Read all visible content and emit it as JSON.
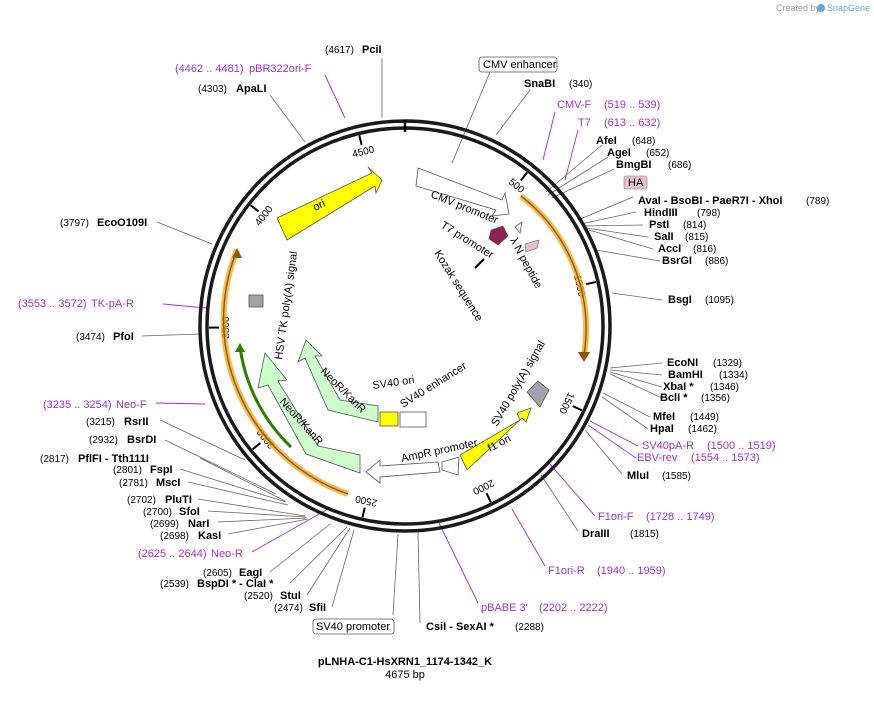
{
  "credit": {
    "prefix": "Created by",
    "brand": "SnapGene"
  },
  "plasmid": {
    "name": "pLNHA-C1-HsXRN1_1174-1342_K",
    "size": "4675 bp"
  },
  "boxed_labels": {
    "cmv_enhancer": "CMV enhancer",
    "ha": "HA",
    "sv40_promoter": "SV40 promoter"
  },
  "sites": [
    {
      "name": "PciI",
      "coord": "(4617)"
    },
    {
      "name": "ApaLI",
      "coord": "(4303)"
    },
    {
      "name": "SnaBI",
      "coord": "(340)"
    },
    {
      "name": "AfeI",
      "coord": "(648)"
    },
    {
      "name": "AgeI",
      "coord": "(652)"
    },
    {
      "name": "BmgBI",
      "coord": "(686)"
    },
    {
      "name": "AvaI  - BsoBI  - PaeR7I  - XhoI",
      "coord": "(789)"
    },
    {
      "name": "HindIII",
      "coord": "(798)"
    },
    {
      "name": "PstI",
      "coord": "(814)"
    },
    {
      "name": "SalI",
      "coord": "(815)"
    },
    {
      "name": "AccI",
      "coord": "(816)"
    },
    {
      "name": "BsrGI",
      "coord": "(886)"
    },
    {
      "name": "BsgI",
      "coord": "(1095)"
    },
    {
      "name": "EcoNI",
      "coord": "(1329)"
    },
    {
      "name": "BamHI",
      "coord": "(1334)"
    },
    {
      "name": "XbaI *",
      "coord": "(1346)"
    },
    {
      "name": "BclI *",
      "coord": "(1356)"
    },
    {
      "name": "MfeI",
      "coord": "(1449)"
    },
    {
      "name": "HpaI",
      "coord": "(1462)"
    },
    {
      "name": "MluI",
      "coord": "(1585)"
    },
    {
      "name": "DraIII",
      "coord": "(1815)"
    },
    {
      "name": "CsiI  - SexAI *",
      "coord": "(2288)"
    },
    {
      "name": "SfiI",
      "coord": "(2474)"
    },
    {
      "name": "StuI",
      "coord": "(2520)"
    },
    {
      "name": "BspDI *  - ClaI *",
      "coord": "(2539)"
    },
    {
      "name": "EagI",
      "coord": "(2605)"
    },
    {
      "name": "KasI",
      "coord": "(2698)"
    },
    {
      "name": "NarI",
      "coord": "(2699)"
    },
    {
      "name": "SfoI",
      "coord": "(2700)"
    },
    {
      "name": "PluTI",
      "coord": "(2702)"
    },
    {
      "name": "MscI",
      "coord": "(2781)"
    },
    {
      "name": "FspI",
      "coord": "(2801)"
    },
    {
      "name": "PflFI  - Tth111I",
      "coord": "(2817)"
    },
    {
      "name": "BsrDI",
      "coord": "(2932)"
    },
    {
      "name": "RsrII",
      "coord": "(3215)"
    },
    {
      "name": "PfoI",
      "coord": "(3474)"
    },
    {
      "name": "EcoO109I",
      "coord": "(3797)"
    }
  ],
  "primers": [
    {
      "name": "pBR322ori-F",
      "coord": "(4462 .. 4481)"
    },
    {
      "name": "CMV-F",
      "coord": "(519 .. 539)"
    },
    {
      "name": "T7",
      "coord": "(613 .. 632)"
    },
    {
      "name": "SV40pA-R",
      "coord": "(1500 .. 1519)"
    },
    {
      "name": "EBV-rev",
      "coord": "(1554 .. 1573)"
    },
    {
      "name": "F1ori-F",
      "coord": "(1728 .. 1749)"
    },
    {
      "name": "F1ori-R",
      "coord": "(1940 .. 1959)"
    },
    {
      "name": "pBABE 3'",
      "coord": "(2202 .. 2222)"
    },
    {
      "name": "Neo-R",
      "coord": "(2625 .. 2644)"
    },
    {
      "name": "Neo-F",
      "coord": "(3235 .. 3254)"
    },
    {
      "name": "TK-pA-R",
      "coord": "(3553 .. 3572)"
    }
  ],
  "ticks": [
    "500",
    "1000",
    "1500",
    "2000",
    "2500",
    "3000",
    "3500",
    "4000",
    "4500"
  ],
  "features": {
    "cmv_promoter": "CMV promoter",
    "t7_promoter": "T7 promoter",
    "lambda_n": "λ N peptide",
    "kozak": "Kozak sequence",
    "sv40_polya": "SV40 poly(A) signal",
    "f1_ori": "f1 ori",
    "ampr_promoter": "AmpR promoter",
    "sv40_enhancer": "SV40 enhancer",
    "sv40_ori": "SV40 ori",
    "neor_inner": "NeoR/KanR",
    "neor_outer": "NeoR/KanR",
    "hsv_tk": "HSV TK poly(A) signal",
    "ori": "ori"
  },
  "colors": {
    "primer": "#9b30d9",
    "ori": "#ffff00",
    "neor": "#ccffcc",
    "orf": "#f5a623",
    "orf_inner": "#8b5a00",
    "neo_orf": "#2e7d00",
    "cmv": "#ffffff",
    "lambda": "#8b2252",
    "ha": "#e8c0d0"
  }
}
